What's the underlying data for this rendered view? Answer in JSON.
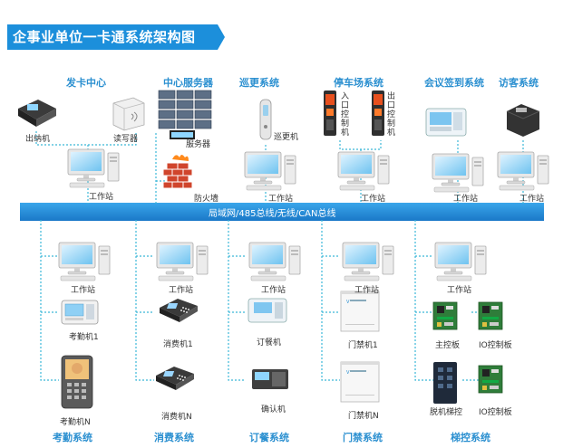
{
  "title": "企事业单位一卡通系统架构图",
  "bus_label": "局域网/485总线/无线/CAN总线",
  "top_sections": {
    "card_center": "发卡中心",
    "server_center": "中心服务器",
    "patrol": "巡更系统",
    "parking": "停车场系统",
    "meeting": "会议签到系统",
    "visitor": "访客系统"
  },
  "bottom_sections": {
    "attendance": "考勤系统",
    "consumption": "消费系统",
    "ordering": "订餐系统",
    "access": "门禁系统",
    "elevator": "梯控系统"
  },
  "labels": {
    "cashier": "出纳机",
    "card_writer": "读写器",
    "server": "服务器",
    "firewall": "防火墙",
    "patrol_device": "巡更机",
    "entry_control": "入口控制机",
    "exit_control": "出口控制机",
    "workstation": "工作站",
    "attendance_1": "考勤机1",
    "attendance_n": "考勤机N",
    "pos_1": "消费机1",
    "pos_n": "消费机N",
    "order_machine": "订餐机",
    "confirm_machine": "确认机",
    "door_1": "门禁机1",
    "door_n": "门禁机N",
    "main_board": "主控板",
    "io_board": "IO控制板",
    "offline_ctrl": "脱机梯控"
  },
  "colors": {
    "accent": "#2a8fd0",
    "bus": "#1e88d8",
    "dotted_line": "#3bb8d8"
  }
}
